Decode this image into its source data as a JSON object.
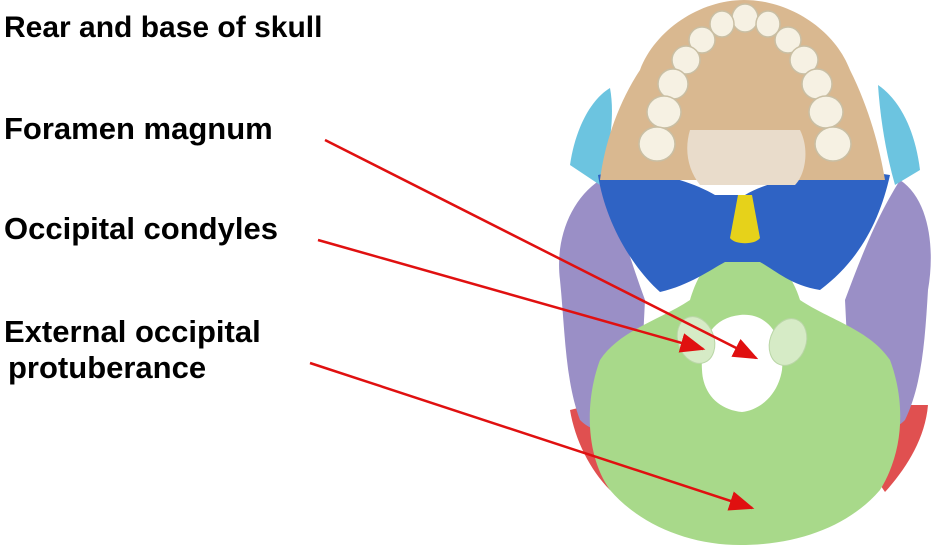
{
  "title": "Rear and base of skull",
  "labels": {
    "foramen_magnum": "Foramen magnum",
    "occipital_condyles": "Occipital condyles",
    "eop_line1": "External occipital",
    "eop_line2": "protuberance"
  },
  "colors": {
    "pointer": "#e01010",
    "occipital": "#a8d98a",
    "sphenoid": "#2f63c4",
    "temporal": "#9a8fc6",
    "maxilla": "#d9b890",
    "palatine": "#e9dccb",
    "zygomatic": "#6cc4e0",
    "parietal": "#e05050",
    "vomer": "#e6d21a"
  }
}
